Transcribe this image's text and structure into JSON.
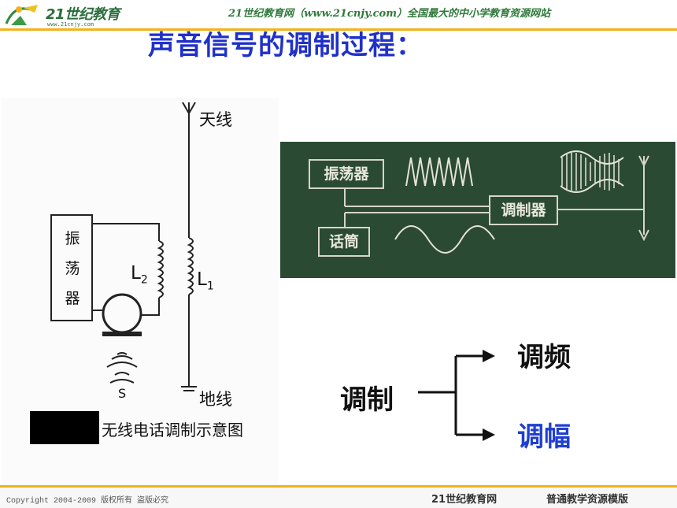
{
  "header": {
    "logo_text": "21世纪教育",
    "logo_sub": "www.21cnjy.com",
    "site_banner": "21世纪教育网（www.21cnjy.com）全国最大的中小学教育资源网站"
  },
  "slide": {
    "title": "声音信号的调制过程："
  },
  "circuit": {
    "antenna_label": "天线",
    "ground_label": "地线",
    "oscillator_chars": [
      "振",
      "荡",
      "器"
    ],
    "l2_label": "L",
    "l2_sub": "2",
    "l1_label": "L",
    "l1_sub": "1",
    "s_label": "S",
    "caption": "无线电话调制示意图"
  },
  "board": {
    "oscillator": "振荡器",
    "modulator": "调制器",
    "microphone": "话筒"
  },
  "tree": {
    "root": "调制",
    "branch_top": "调频",
    "branch_bottom": "调幅",
    "colors": {
      "root": "#111111",
      "branch_top": "#111111",
      "branch_bottom": "#1f3fd0"
    }
  },
  "footer": {
    "copyright": "Copyright 2004-2009 版权所有 盗版必究",
    "site": "21世纪教育网",
    "template": "普通教学资源模版"
  },
  "theme": {
    "accent": "#f2b21a",
    "title_color": "#1f31c8",
    "board_bg": "#2b4a33"
  }
}
